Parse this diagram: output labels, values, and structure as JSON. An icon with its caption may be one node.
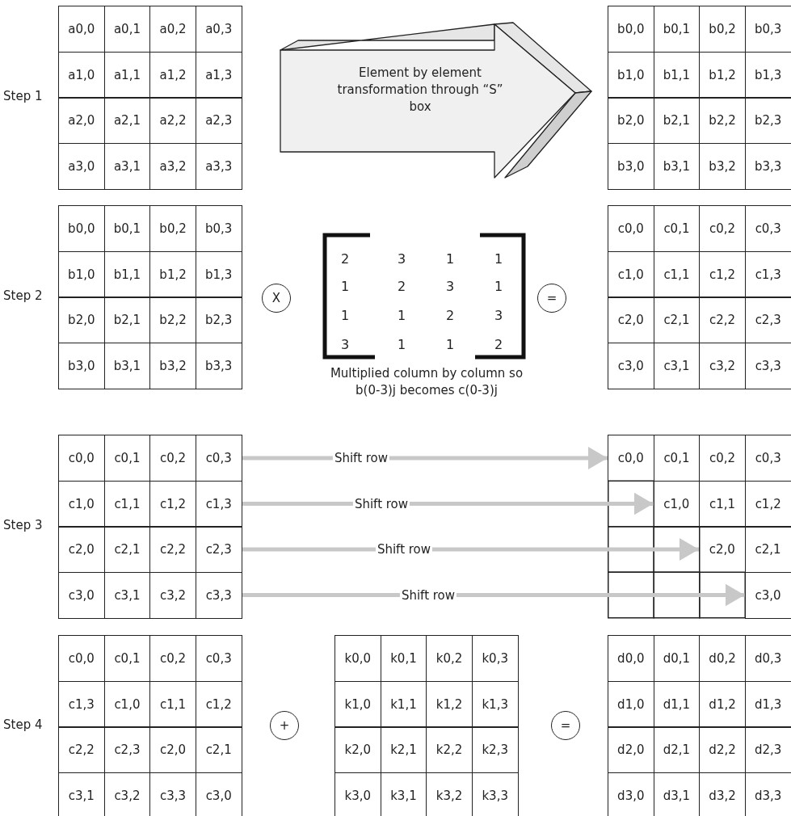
{
  "diagram": {
    "nodes": [
      {
        "text": [
          "a0,0",
          "a0,1",
          "a0,2",
          "a0,3"
        ]
      },
      {
        "text": [
          "a1,0",
          "a1,1",
          "a1,2",
          "a1,3"
        ]
      },
      {
        "text": [
          "a2,0",
          "a2,1",
          "a2,2",
          "a2,3"
        ]
      },
      {
        "text": [
          "a3,0",
          "a3,1",
          "a3,2",
          "a3,3"
        ]
      },
      {
        "text": [
          "Element by element transformation through “S” box"
        ]
      },
      {
        "text": [
          "b0,0",
          "b0,1",
          "b0,2",
          "b0,3"
        ]
      },
      {
        "text": [
          "b1,0",
          "b1,1",
          "b1,2",
          "b1,3"
        ]
      },
      {
        "text": [
          "b2,0",
          "b2,1",
          "b2,2",
          "b2,3"
        ]
      },
      {
        "text": [
          "b3,0",
          "b3,1",
          "b3,2",
          "b3,3"
        ]
      },
      {
        "text": [
          "b0,0",
          "b0,1",
          "b0,2",
          "b0,3"
        ]
      },
      {
        "text": [
          "b1,0",
          "b1,1",
          "b1,2",
          "b1,3"
        ]
      },
      {
        "text": [
          "b2,0",
          "b2,1",
          "b2,2",
          "b2,3"
        ]
      },
      {
        "text": [
          "b3,0",
          "b3,1",
          "b3,2",
          "b3,3"
        ]
      },
      {
        "text": [
          "X"
        ]
      },
      {
        "text": [
          "2",
          "3",
          "1",
          "1",
          "1",
          "2",
          "3",
          "1",
          "1",
          "1",
          "2",
          "3",
          "3",
          "1",
          "1",
          "2"
        ],
        "beside": [
          "Multiplied column by column so b(0-3)j becomes c(0-3)j"
        ]
      },
      {
        "text": [
          "="
        ]
      },
      {
        "text": [
          "c0,0",
          "c0,1",
          "c0,2",
          "c0,3"
        ]
      },
      {
        "text": [
          "c1,0",
          "c1,1",
          "c1,2",
          "c1,3"
        ]
      },
      {
        "text": [
          "c2,0",
          "c2,1",
          "c2,2",
          "c2,3"
        ]
      },
      {
        "text": [
          "c3,0",
          "c3,1",
          "c3,2",
          "c3,3"
        ]
      },
      {
        "text": [
          "c0,0",
          "c0,1",
          "c0,2",
          "c0,3"
        ]
      },
      {
        "text": [
          "c1,0",
          "c1,1",
          "c1,2",
          "c1,3"
        ]
      },
      {
        "text": [
          "c2,0",
          "c2,1",
          "c2,2",
          "c2,3"
        ]
      },
      {
        "text": [
          "c3,0",
          "c3,1",
          "c3,2",
          "c3,3"
        ]
      },
      {
        "text": [
          "c0,0",
          "c0,1",
          "c0,2",
          "c0,3"
        ]
      },
      {
        "text": [
          "c1,0",
          "c1,1",
          "c1,2"
        ]
      },
      {
        "text": [
          "c2,0",
          "c2,1"
        ]
      },
      {
        "text": [
          "c3,0"
        ]
      },
      {
        "text": [
          "c0,0",
          "c0,1",
          "c0,2",
          "c0,3"
        ]
      },
      {
        "text": [
          "c1,3",
          "c1,0",
          "c1,1",
          "c1,2"
        ]
      },
      {
        "text": [
          "c2,2",
          "c2,3",
          "c2,0",
          "c2,1"
        ]
      },
      {
        "text": [
          "c3,1",
          "c3,2",
          "c3,3",
          "c3,0"
        ]
      },
      {
        "text": [
          "+"
        ]
      },
      {
        "text": [
          "k0,0",
          "k0,1",
          "k0,2",
          "k0,3"
        ]
      },
      {
        "text": [
          "k1,0",
          "k1,1",
          "k1,2",
          "k1,3"
        ]
      },
      {
        "text": [
          "k2,0",
          "k2,1",
          "k2,2",
          "k2,3"
        ]
      },
      {
        "text": [
          "k3,0",
          "k3,1",
          "k3,2",
          "k3,3"
        ]
      },
      {
        "text": [
          "="
        ]
      },
      {
        "text": [
          "d0,0",
          "d0,1",
          "d0,2",
          "d0,3"
        ]
      },
      {
        "text": [
          "d1,0",
          "d1,1",
          "d1,2",
          "d1,3"
        ]
      },
      {
        "text": [
          "d2,0",
          "d2,1",
          "d2,2",
          "d2,3"
        ]
      },
      {
        "text": [
          "d3,0",
          "d3,1",
          "d3,2",
          "d3,3"
        ]
      }
    ],
    "edges": [
      {
        "from": 20,
        "to": 24,
        "arrow": "to",
        "label": "Shift row"
      },
      {
        "from": 21,
        "to": 25,
        "arrow": "to",
        "label": "Shift row"
      },
      {
        "from": 22,
        "to": 26,
        "arrow": "to",
        "label": "Shift row"
      },
      {
        "from": 23,
        "to": 27,
        "arrow": "to",
        "label": "Shift row"
      }
    ],
    "labels": [
      "Step 1",
      "Step 2",
      "Step 3",
      "Step 4"
    ]
  }
}
